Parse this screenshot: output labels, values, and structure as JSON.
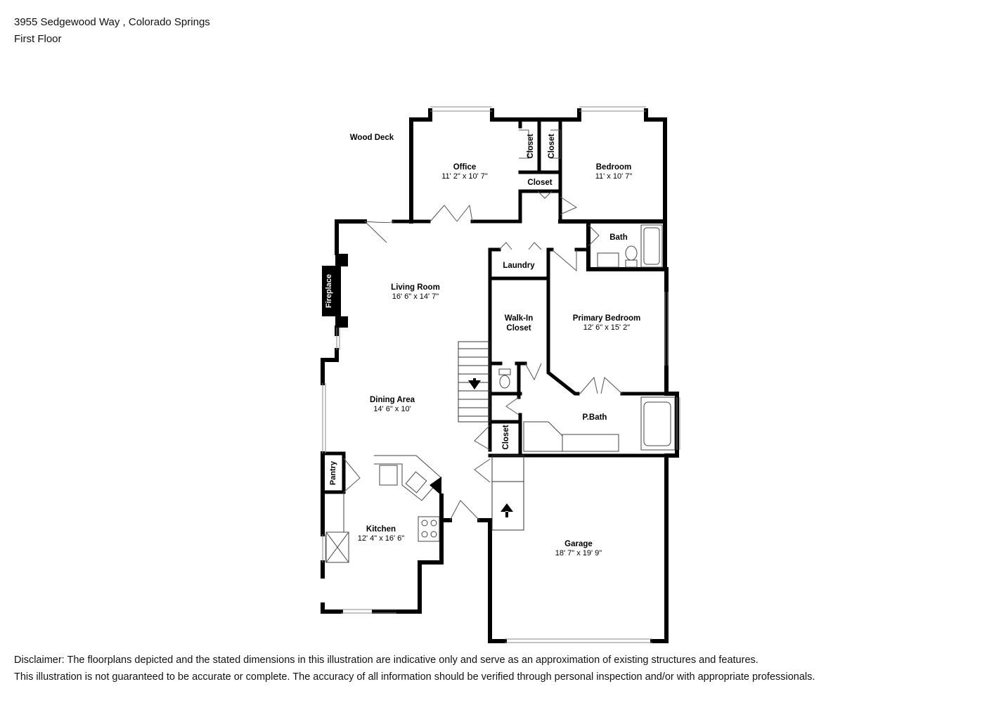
{
  "header": {
    "address": "3955 Sedgewood Way , Colorado Springs",
    "floor": "First Floor"
  },
  "rooms": {
    "wood_deck": "Wood Deck",
    "office": {
      "name": "Office",
      "dims": "11' 2\" x 10' 7\""
    },
    "bedroom": {
      "name": "Bedroom",
      "dims": "11' x 10' 7\""
    },
    "closet_office": "Closet",
    "closet_bedroom": "Closet",
    "closet_hall": "Closet",
    "bath": "Bath",
    "laundry": "Laundry",
    "fireplace": "Fireplace",
    "living_room": {
      "name": "Living Room",
      "dims": "16' 6\" x 14' 7\""
    },
    "walk_in_closet": {
      "line1": "Walk-In",
      "line2": "Closet"
    },
    "primary_bedroom": {
      "name": "Primary Bedroom",
      "dims": "12' 6\" x 15' 2\""
    },
    "dining_area": {
      "name": "Dining Area",
      "dims": "14' 6\" x 10'"
    },
    "p_bath": "P.Bath",
    "closet_pbath": "Closet",
    "pantry": "Pantry",
    "kitchen": {
      "name": "Kitchen",
      "dims": "12' 4\" x 16' 6\""
    },
    "garage": {
      "name": "Garage",
      "dims": "18' 7\" x 19' 9\""
    }
  },
  "disclaimer": {
    "line1": "Disclaimer: The floorplans depicted and the stated dimensions in this illustration are indicative only and serve as an approximation of existing structures and features.",
    "line2": "This illustration is not guaranteed to be accurate or complete. The accuracy of all information should be verified through personal inspection and/or with appropriate professionals."
  }
}
